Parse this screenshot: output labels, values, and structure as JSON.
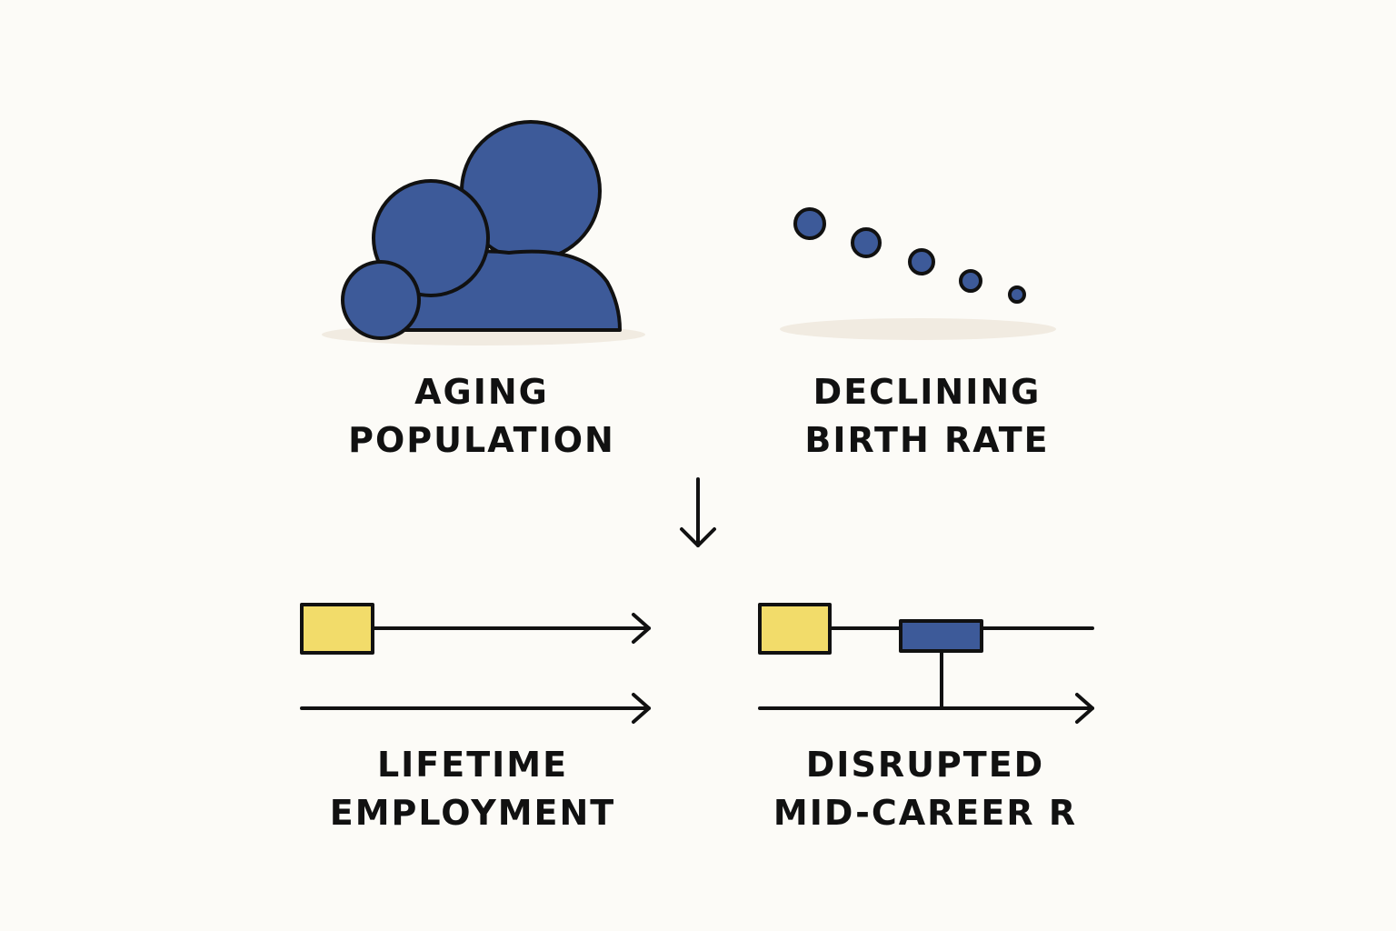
{
  "colors": {
    "background": "#fcfbf7",
    "blue": "#3d5a99",
    "yellow": "#f2dc6a",
    "shadow": "#f1ebe1",
    "stroke": "#111111"
  },
  "icons": {
    "aging": "people-group-icon",
    "birth": "declining-dots-icon",
    "lifetime": "single-track-timeline-icon",
    "disrupted": "interrupted-timeline-icon",
    "flow": "arrow-down-icon"
  },
  "aging_population": {
    "line1": "AGING",
    "line2": "POPULATION"
  },
  "declining_birth_rate": {
    "line1": "DECLINING",
    "line2": "BIRTH RATE"
  },
  "lifetime_employment": {
    "line1": "LIFETIME",
    "line2": "EMPLOYMENT"
  },
  "disrupted_mid_career": {
    "line1": "DISRUPTED",
    "line2": "MID-CAREER R"
  }
}
